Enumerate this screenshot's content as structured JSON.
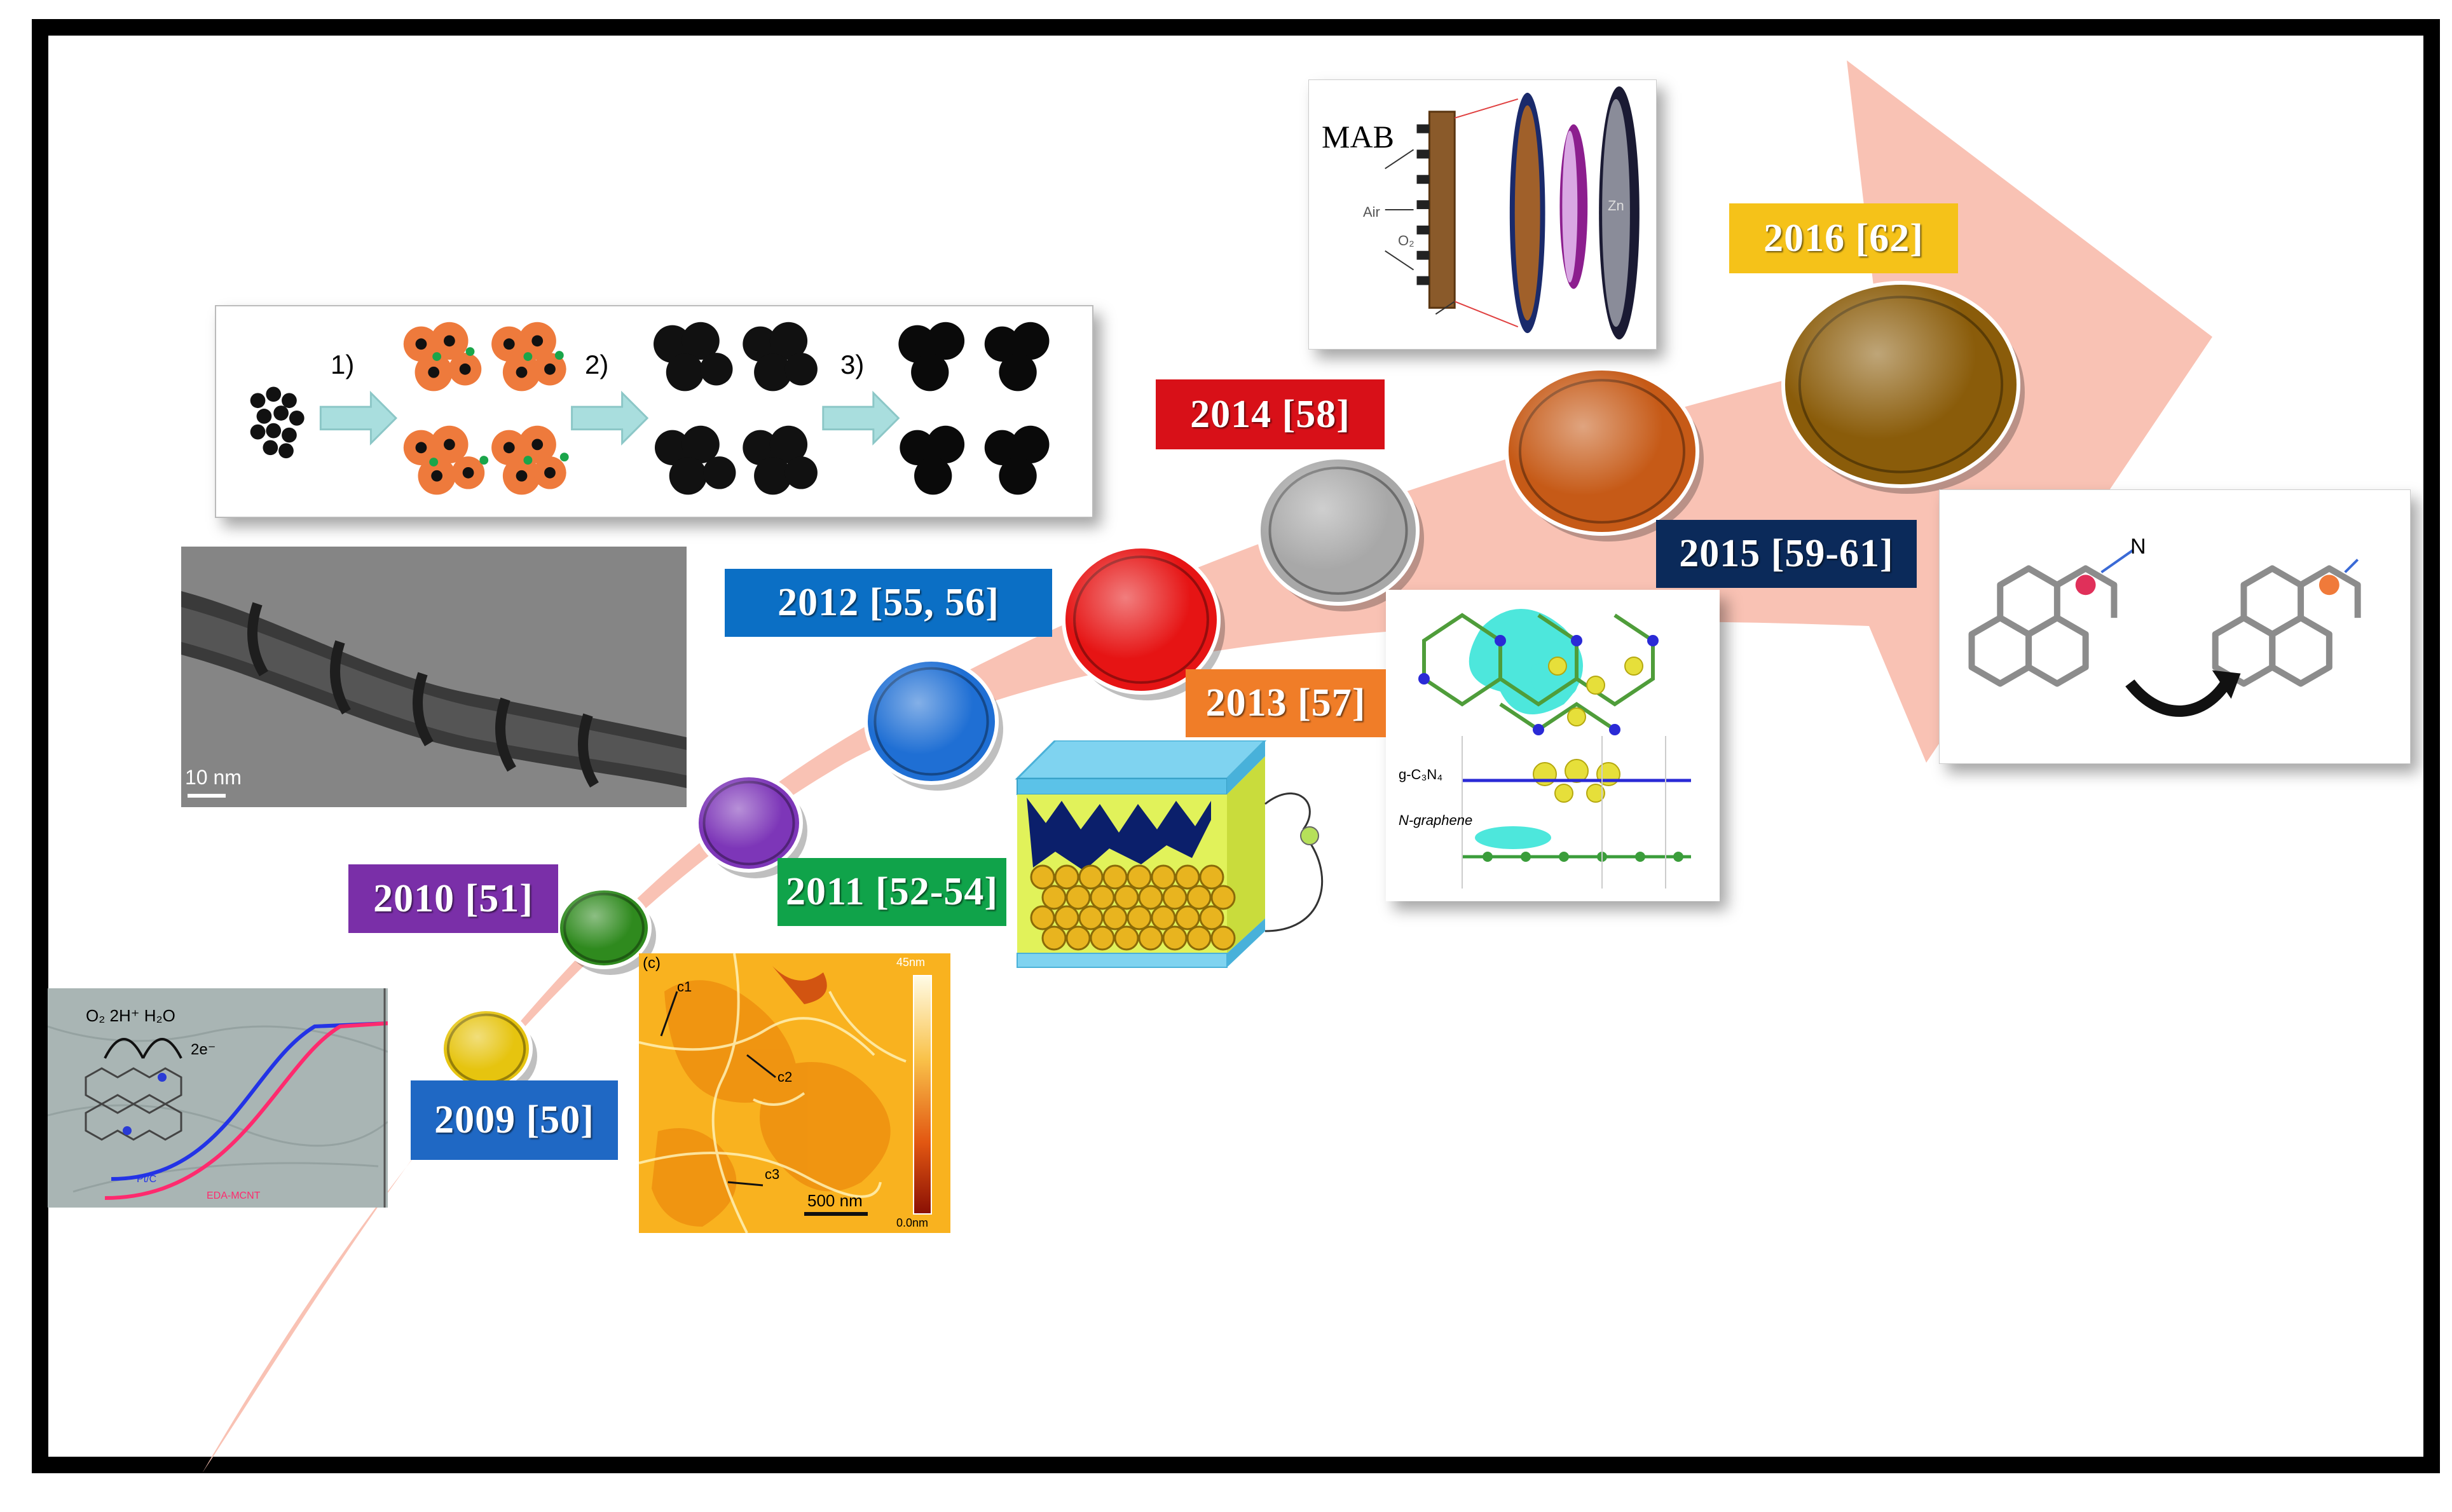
{
  "milestones": [
    {
      "id": "2009",
      "label": "2009 [50]",
      "color": "#1f68c4",
      "disc": "#e6c40f"
    },
    {
      "id": "2010",
      "label": "2010 [51]",
      "color": "#7a2fa8",
      "disc": "#2f8a1e"
    },
    {
      "id": "2011",
      "label": "2011 [52-54]",
      "color": "#10a34a",
      "disc": "#7d36b8"
    },
    {
      "id": "2012",
      "label": "2012 [55, 56]",
      "color": "#0b6fc5",
      "disc": "#1f6fd4"
    },
    {
      "id": "2012b",
      "label": "",
      "color": "",
      "disc": "#e61414"
    },
    {
      "id": "2013",
      "label": "2013 [57]",
      "color": "#f07d28",
      "disc": "#a8a8a8"
    },
    {
      "id": "2014",
      "label": "2014 [58]",
      "color": "#d81018",
      "disc": "#a8a8a8"
    },
    {
      "id": "2015",
      "label": "2015 [59-61]",
      "color": "#0b2a5a",
      "disc": "#c65a17"
    },
    {
      "id": "2016",
      "label": "2016 [62]",
      "color": "#f5c219",
      "disc": "#8a5c0a"
    }
  ],
  "panels": {
    "synthesis_steps": [
      "1)",
      "2)",
      "3)"
    ],
    "tem_scale": "10 nm",
    "afm": {
      "panel_tag": "(c)",
      "markers": [
        "c1",
        "c2",
        "c3"
      ],
      "scale_bar": "500 nm",
      "colorbar_top": "45nm",
      "colorbar_bottom": "0.0nm"
    },
    "orr": {
      "reaction": "O₂  2H⁺  H₂O",
      "electron": "2e⁻",
      "legend_a": "Pt/C",
      "legend_b": "EDA-MCNT"
    },
    "mab": {
      "title": "MAB",
      "air": "Air",
      "o2": "O₂",
      "zn": "Zn"
    },
    "cn": {
      "label_a": "g-C₃N₄",
      "label_b": "N-graphene"
    },
    "doping": {
      "atom": "N"
    }
  },
  "colors": {
    "arrow": "#f9c2b4",
    "frame": "#000000"
  }
}
